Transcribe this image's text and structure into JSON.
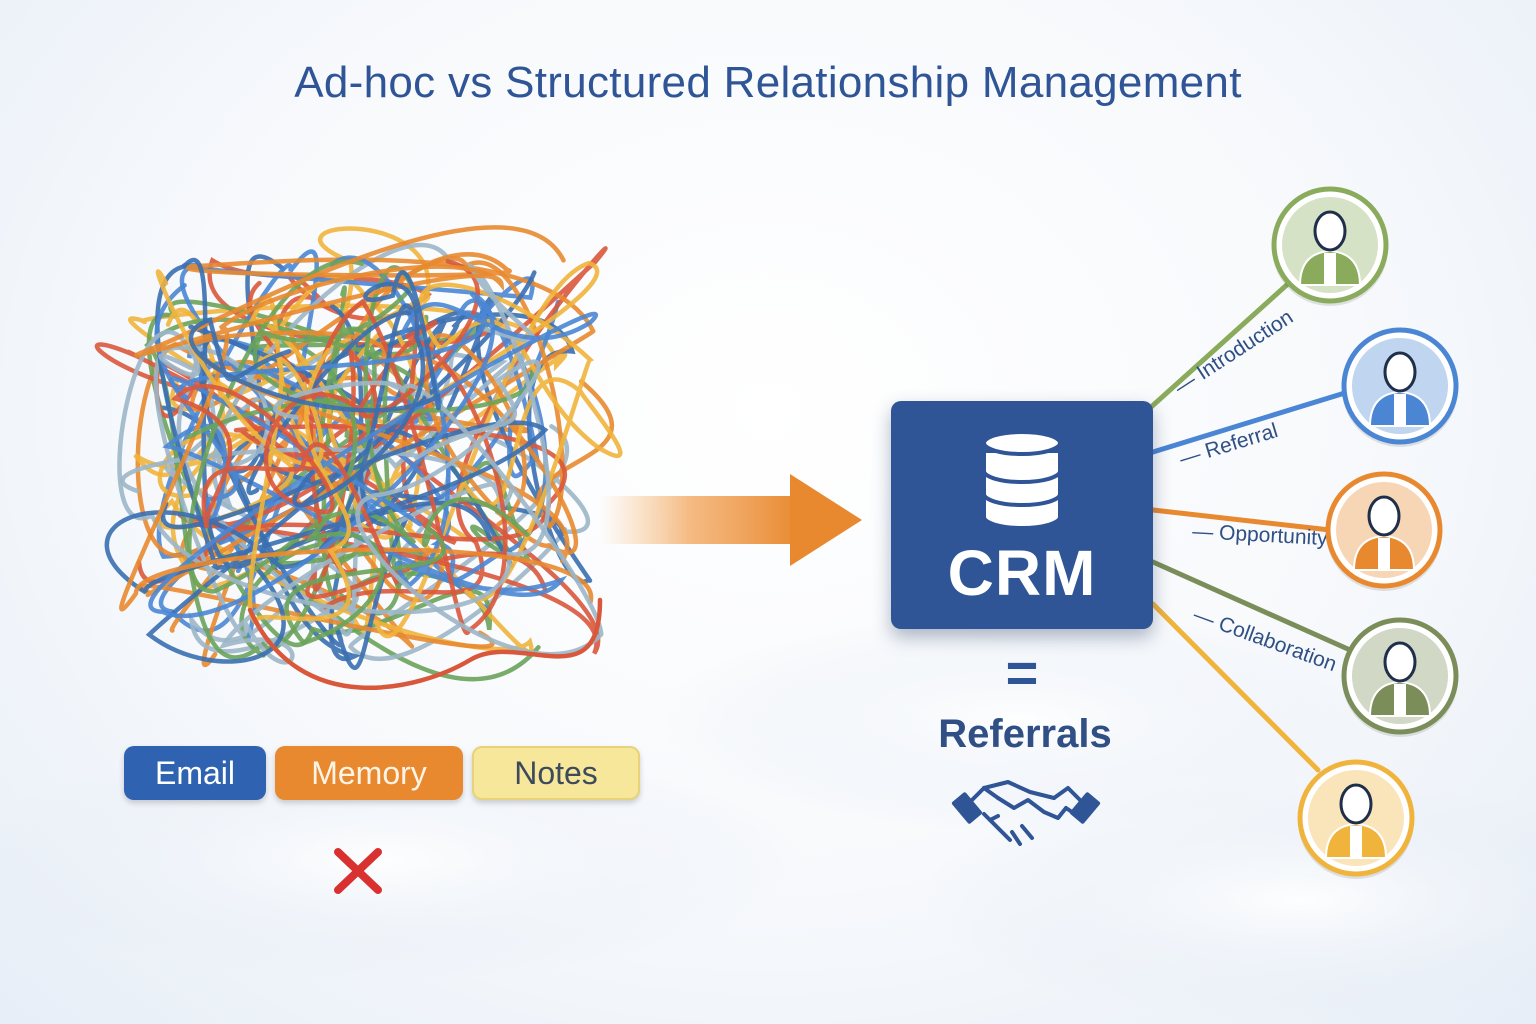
{
  "title": "Ad-hoc vs Structured Relationship Management",
  "tags": {
    "email": "Email",
    "memory": "Memory",
    "notes": "Notes"
  },
  "crm": {
    "label": "CRM",
    "equals": "=",
    "result": "Referrals"
  },
  "connections": [
    {
      "label": "Introduction",
      "color": "#8aab5c"
    },
    {
      "label": "Referral",
      "color": "#4a86d4"
    },
    {
      "label": "Opportunity",
      "color": "#e8892f"
    },
    {
      "label": "Collaboration",
      "color": "#7b8e5a"
    },
    {
      "label": "",
      "color": "#f0b43c"
    }
  ],
  "colors": {
    "title": "#2f5597",
    "crm_box": "#2f5597",
    "arrow": "#e8892f",
    "cross": "#d93030",
    "tangle": [
      "#4a86d4",
      "#e8892f",
      "#6aa35a",
      "#f0b43c",
      "#d9583c",
      "#9cb6c8",
      "#3a6fb0"
    ]
  },
  "icons": {
    "database": "database-icon",
    "handshake": "handshake-icon",
    "cross": "cross-icon",
    "person": "person-icon"
  }
}
